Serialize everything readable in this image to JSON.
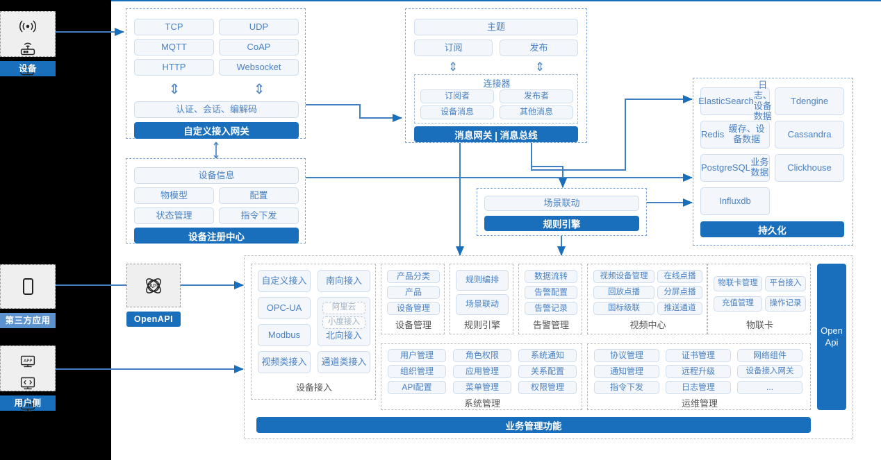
{
  "rail": {
    "groups": [
      {
        "label": "设备",
        "icons": [
          "signal-icon",
          "router-icon",
          "cloud-icon"
        ]
      },
      {
        "label": "第三方应用",
        "icons": [
          "mobile-phone-icon"
        ]
      },
      {
        "label": "用户侧",
        "icons": [
          "app-window-icon",
          "code-window-icon",
          "dashboard-icon"
        ]
      }
    ]
  },
  "access_gateway": {
    "protocols": [
      "TCP",
      "UDP",
      "MQTT",
      "CoAP",
      "HTTP",
      "Websocket"
    ],
    "middle": "认证、会话、编解码",
    "bar": "自定义接入网关"
  },
  "message_gateway": {
    "topic": "主题",
    "subscribe": "订阅",
    "publish": "发布",
    "connector_title": "连接器",
    "connector_items": [
      "订阅者",
      "发布者",
      "设备消息",
      "其他消息"
    ],
    "bar": "消息网关 | 消息总线"
  },
  "device_registry": {
    "info": "设备信息",
    "items": [
      "物模型",
      "配置",
      "状态管理",
      "指令下发"
    ],
    "bar": "设备注册中心"
  },
  "rule_engine": {
    "scene": "场景联动",
    "bar": "规则引擎"
  },
  "persistence": {
    "items": [
      {
        "name": "ElasticSearch",
        "desc": "日志、设备数据"
      },
      {
        "name": "Tdengine",
        "desc": ""
      },
      {
        "name": "Redis",
        "desc": "缓存、设备数据"
      },
      {
        "name": "Cassandra",
        "desc": ""
      },
      {
        "name": "PostgreSQL",
        "desc": "业务数据"
      },
      {
        "name": "Clickhouse",
        "desc": ""
      },
      {
        "name": "Influxdb",
        "desc": ""
      }
    ],
    "bar": "持久化"
  },
  "openapi": {
    "icon": "api-icon",
    "label": "OpenAPI"
  },
  "business": {
    "device_access": {
      "caption": "设备接入",
      "left": [
        "自定义接入",
        "OPC-UA",
        "Modbus",
        "视频类接入"
      ],
      "right_top": "南向接入",
      "nested": [
        "阿里云",
        "小度接入"
      ],
      "nested_label": "北向接入",
      "right_bottom": "通道类接入"
    },
    "columns_top": [
      {
        "caption": "设备管理",
        "items": [
          "产品分类",
          "产品",
          "设备管理"
        ]
      },
      {
        "caption": "规则引擎",
        "items": [
          "规则编排",
          "场景联动"
        ]
      },
      {
        "caption": "告警管理",
        "items": [
          "数据流转",
          "告警配置",
          "告警记录"
        ]
      },
      {
        "caption": "视频中心",
        "items": [
          "视频设备管理",
          "在线点播",
          "回放点播",
          "分屏点播",
          "国标级联",
          "推送通道"
        ]
      },
      {
        "caption": "物联卡",
        "items": [
          "物联卡管理",
          "平台接入",
          "充值管理",
          "操作记录"
        ]
      }
    ],
    "columns_bottom": [
      {
        "caption": "系统管理",
        "items": [
          "用户管理",
          "角色权限",
          "系统通知",
          "组织管理",
          "应用管理",
          "关系配置",
          "API配置",
          "菜单管理",
          "权限管理"
        ]
      },
      {
        "caption": "运维管理",
        "items": [
          "协议管理",
          "证书管理",
          "网络组件",
          "通知管理",
          "远程升级",
          "设备接入网关",
          "指令下发",
          "日志管理",
          "..."
        ]
      }
    ],
    "open_api_bar": "Open\nApi",
    "footer_bar": "业务管理功能"
  },
  "colors": {
    "accent": "#1a6fbc",
    "chip_border": "#cfdcec",
    "chip_text": "#4a82c4",
    "wire": "#3f7fc1",
    "region_border": "#7da7d9"
  }
}
